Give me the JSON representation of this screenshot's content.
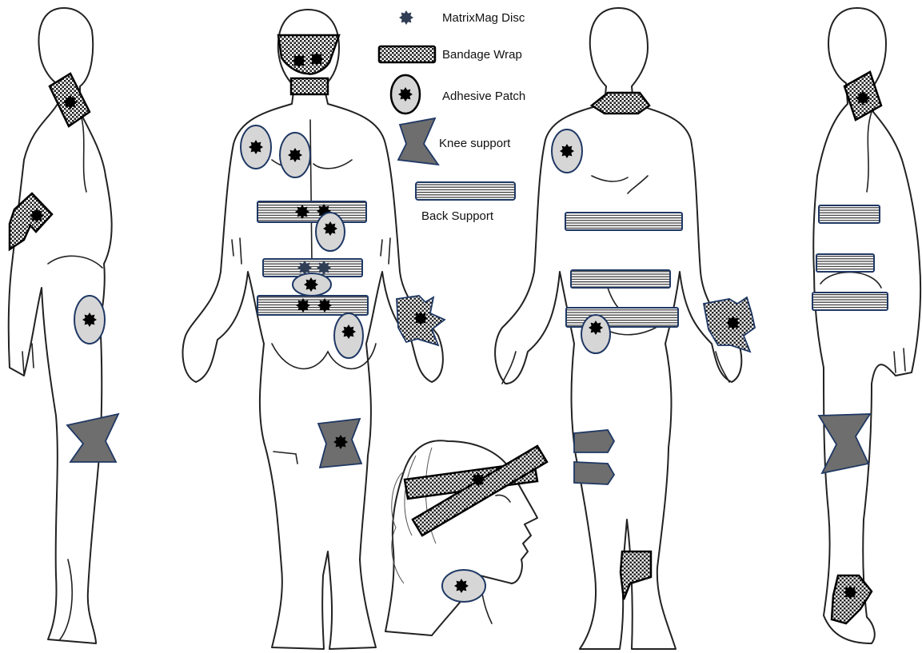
{
  "legend": {
    "disc": "MatrixMag Disc",
    "wrap": "Bandage Wrap",
    "patch": "Adhesive Patch",
    "knee": "Knee support",
    "back": "Back Support"
  },
  "colors": {
    "disc": "#000000",
    "patch_fill": "#d6d6d6",
    "outline_blue": "#1f3864",
    "knee_fill": "#6e6e6e"
  },
  "icons": {
    "disc": "starburst-disc-icon",
    "wrap": "checkered-bandage-icon",
    "patch": "oval-patch-icon",
    "knee": "knee-support-icon",
    "back": "striped-back-support-icon"
  }
}
